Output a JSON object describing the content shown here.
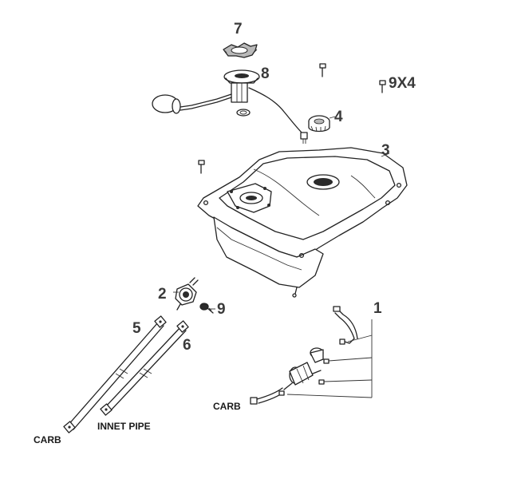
{
  "callouts": {
    "c1": "1",
    "c2": "2",
    "c3": "3",
    "c4": "4",
    "c5": "5",
    "c6": "6",
    "c7": "7",
    "c8": "8",
    "c9": "9",
    "c9x4": "9X4"
  },
  "labels": {
    "carb_left": "CARB",
    "innet_pipe": "INNET PIPE",
    "carb_right": "CARB"
  }
}
